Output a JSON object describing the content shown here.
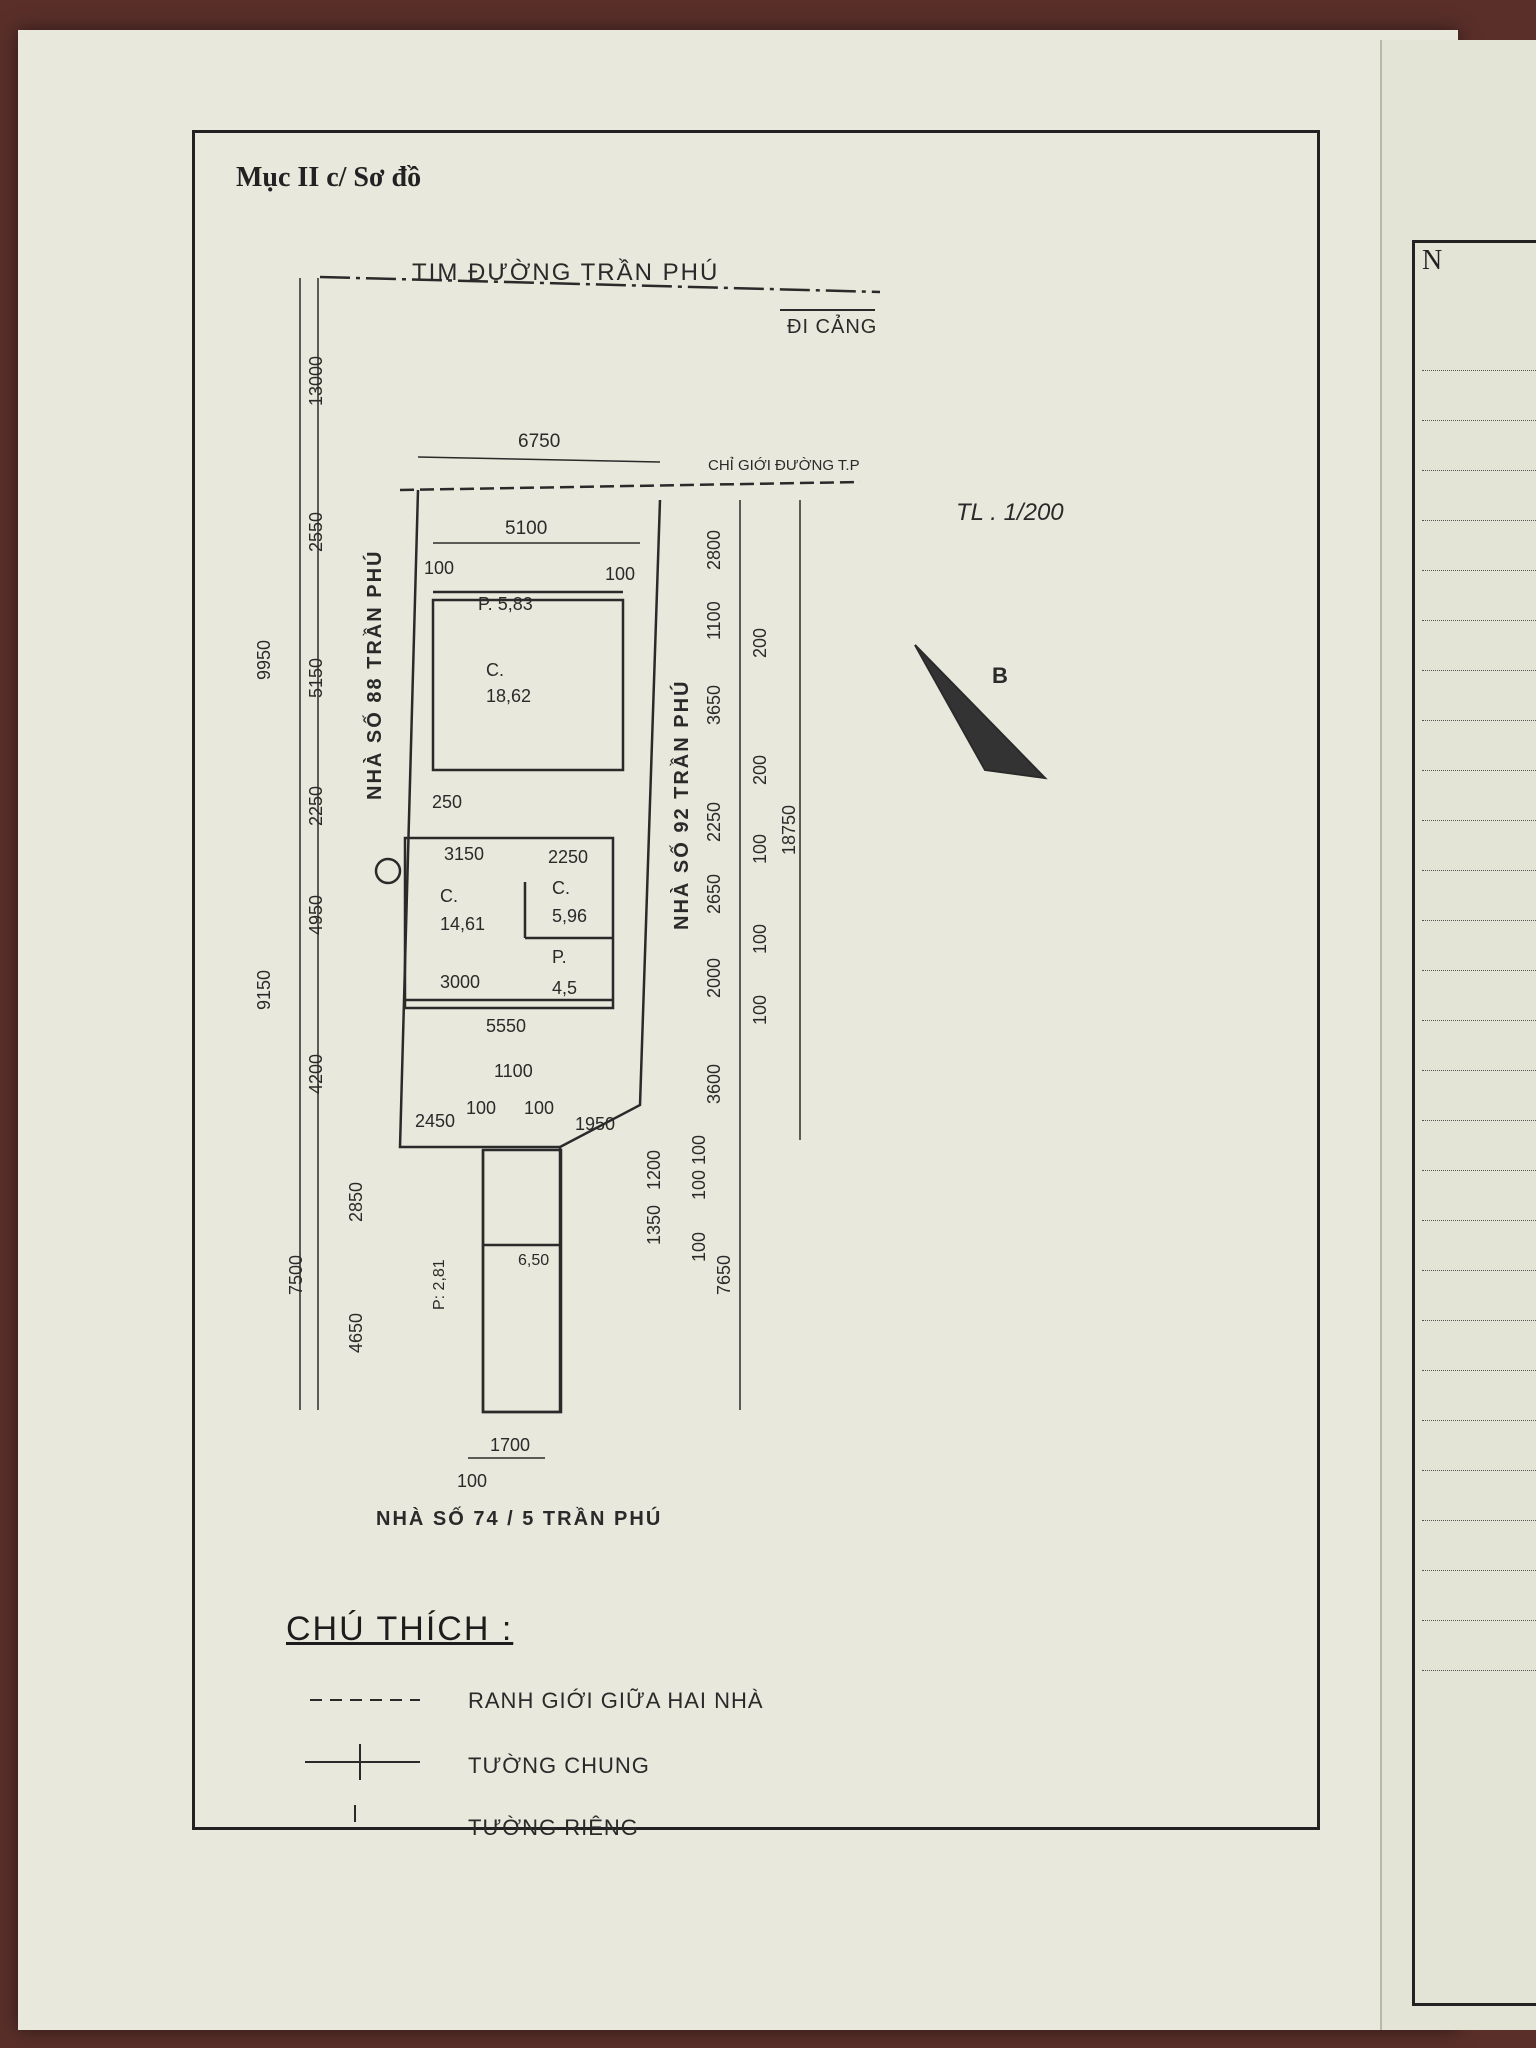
{
  "heading": "Mục II c/ Sơ đồ",
  "street": {
    "label": "TIM ĐƯỜNG TRẦN PHÚ",
    "direction": "ĐI CẢNG"
  },
  "boundary_label": "CHỈ GIỚI ĐƯỜNG T.P",
  "scale": "TL . 1/200",
  "north_label": "B",
  "neighbors": {
    "left": "NHÀ SỐ 88 TRẦN PHÚ",
    "right": "NHÀ SỐ 92 TRẦN PHÚ",
    "bottom": "NHÀ SỐ 74 / 5 TRẦN PHÚ"
  },
  "rooms": [
    {
      "code": "P. 5,83",
      "area": ""
    },
    {
      "code": "C.",
      "area": "18,62"
    },
    {
      "code": "C.",
      "area": "14,61"
    },
    {
      "code": "C.",
      "area": "5,96"
    },
    {
      "code": "P.",
      "area": "4,5"
    },
    {
      "code": "",
      "area": "6,50"
    },
    {
      "code": "P: 2,81",
      "area": ""
    }
  ],
  "dimensions": {
    "top_width": "6750",
    "inner_width": "5100",
    "margin_left": "100",
    "margin_right": "100",
    "d_250": "250",
    "d_3150": "3150",
    "d_2250": "2250",
    "d_3000": "3000",
    "d_5550": "5550",
    "d_1100": "1100",
    "d_100a": "100",
    "d_100b": "100",
    "d_2450": "2450",
    "d_1950": "1950",
    "d_1700": "1700",
    "d_100c": "100",
    "left_chain": [
      "13000",
      "2550",
      "5150",
      "2250",
      "4950",
      "4200",
      "2850",
      "4650"
    ],
    "left_outer": [
      "9950",
      "9150",
      "7500"
    ],
    "right_chain": [
      "2800",
      "1100",
      "200",
      "3650",
      "200",
      "2250",
      "100",
      "2650",
      "100",
      "2000",
      "100",
      "3600",
      "100",
      "1200",
      "100",
      "1350",
      "100"
    ],
    "right_outer": [
      "18750",
      "7650"
    ]
  },
  "legend": {
    "title": "CHÚ THÍCH :",
    "items": [
      "RANH GIỚI GIỮA HAI NHÀ",
      "TƯỜNG CHUNG",
      "TƯỜNG RIÊNG"
    ]
  }
}
